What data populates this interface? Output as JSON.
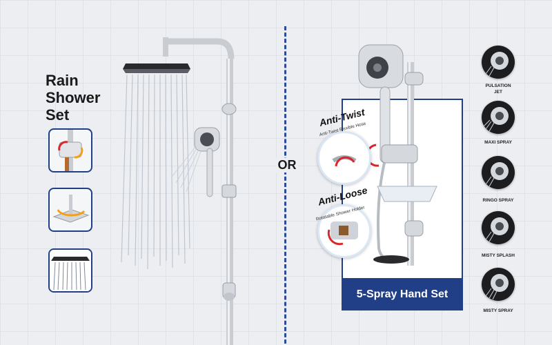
{
  "left": {
    "title_lines": [
      "Rain",
      "Shower",
      "Set"
    ]
  },
  "divider_label": "OR",
  "right": {
    "anti_twist": {
      "title": "Anti-Twist",
      "subtitle": "Anti-Twist Flexible Hose"
    },
    "anti_loose": {
      "title": "Anti-Loose",
      "subtitle": "Rotatable Shower Holder"
    },
    "banner": "5-Spray Hand Set"
  },
  "spray_modes": [
    {
      "label_line1": "PULSATION",
      "label_line2": "JET"
    },
    {
      "label_line1": "MAXI SPRAY",
      "label_line2": ""
    },
    {
      "label_line1": "RINGO SPRAY",
      "label_line2": ""
    },
    {
      "label_line1": "MISTY SPLASH",
      "label_line2": ""
    },
    {
      "label_line1": "MISTY SPRAY",
      "label_line2": ""
    }
  ],
  "colors": {
    "brand_blue": "#213f86",
    "background": "#eceef1",
    "chrome": "#c9ccd1",
    "arrow_red": "#d9262b",
    "arrow_orange": "#f2a019"
  }
}
